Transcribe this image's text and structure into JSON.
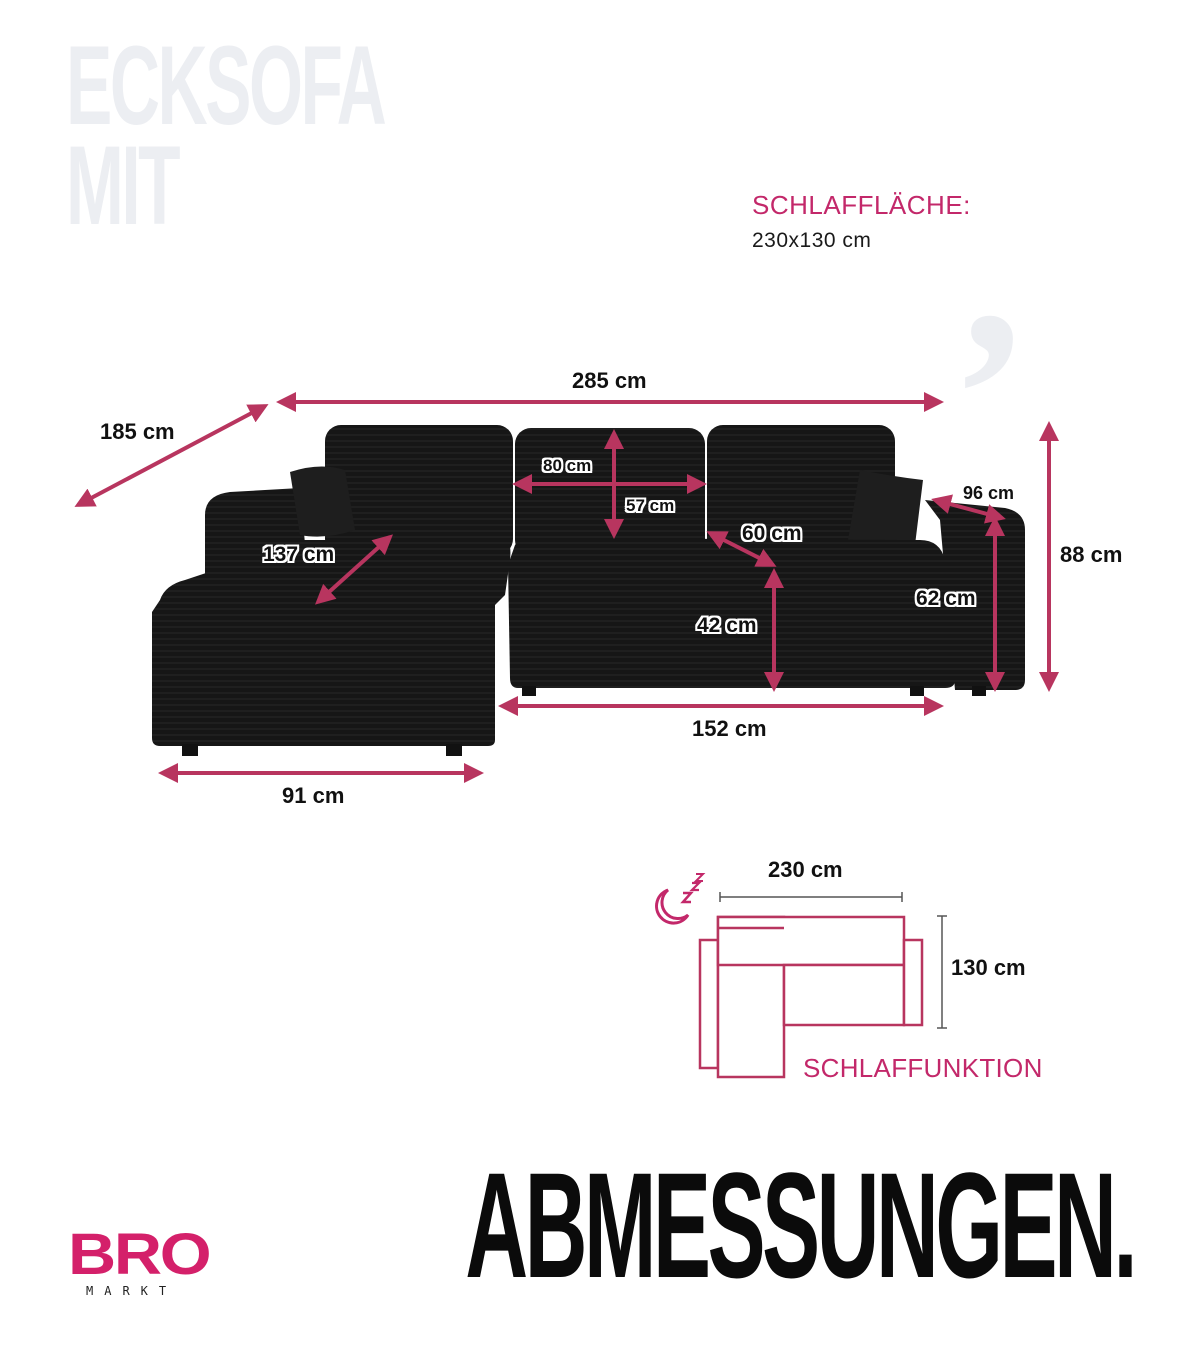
{
  "heading": {
    "line1": "ECKSOFA",
    "line2": "MIT"
  },
  "quote_glyph": ",",
  "sleep_area": {
    "label": "SCHLAFFLÄCHE:",
    "value": "230x130 cm"
  },
  "dimensions": {
    "total_width": "285 cm",
    "depth": "185 cm",
    "backrest_height": "88 cm",
    "cushion_width": "80 cm",
    "cushion_height": "57 cm",
    "seat_depth": "60 cm",
    "armrest_depth": "96 cm",
    "chaise_length": "137 cm",
    "armrest_height": "62 cm",
    "seat_height": "42 cm",
    "main_width": "152 cm",
    "chaise_width": "91 cm"
  },
  "sleep_function": {
    "width": "230 cm",
    "height": "130 cm",
    "label": "SCHLAFFUNKTION"
  },
  "title": "ABMESSUNGEN.",
  "logo": {
    "mark": "BRO",
    "sub": "MARKT"
  },
  "colors": {
    "accent": "#c3286a",
    "arrow": "#b8355f",
    "sofa": "#161616"
  }
}
